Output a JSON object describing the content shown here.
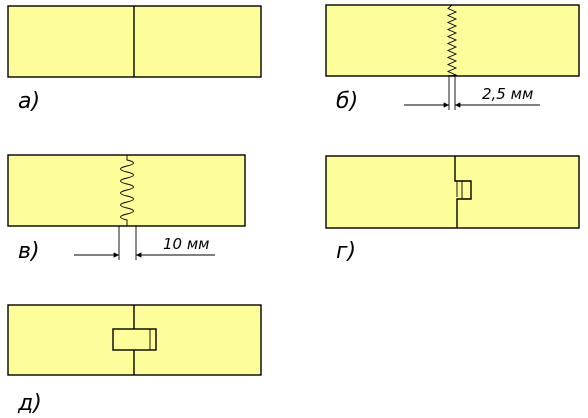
{
  "panels": {
    "a": {
      "label": "а)"
    },
    "b": {
      "label": "б)",
      "dimension": "2,5 мм"
    },
    "v": {
      "label": "в)",
      "dimension": "10 мм"
    },
    "g": {
      "label": "г)"
    },
    "d": {
      "label": "д)"
    }
  },
  "colors": {
    "board": "#fdfd9a",
    "line": "#000000"
  }
}
